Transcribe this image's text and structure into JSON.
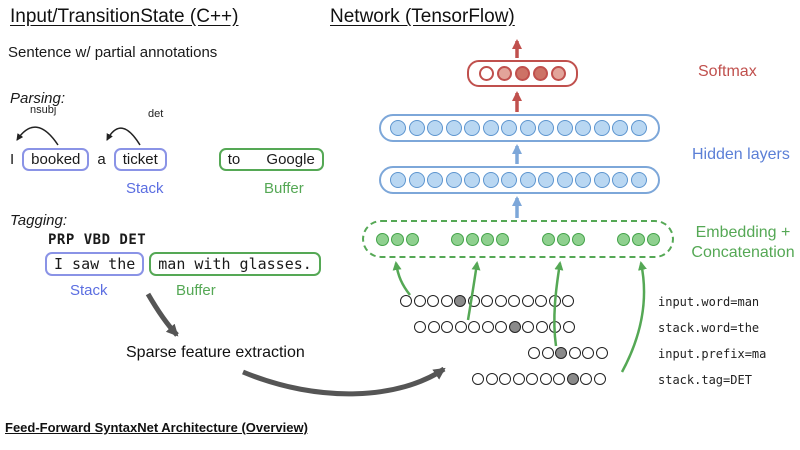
{
  "colors": {
    "stack_blue": "#5b6ee1",
    "box_blue": "#8a93e6",
    "green": "#55a855",
    "red": "#c0504d",
    "hidden_blue": "#7da7d9",
    "arrow_gray": "#555555"
  },
  "titles": {
    "left": "Input/TransitionState (C++)",
    "right": "Network (TensorFlow)",
    "footer": "Feed-Forward SyntaxNet Architecture (Overview)"
  },
  "left_panel": {
    "subtitle": "Sentence w/ partial annotations",
    "parsing": {
      "heading": "Parsing:",
      "arc_nsubj": "nsubj",
      "arc_det": "det",
      "tok_i": "I",
      "tok_booked": "booked",
      "tok_a": "a",
      "tok_ticket": "ticket",
      "tok_buffer": "to Google",
      "stack_label": "Stack",
      "buffer_label": "Buffer"
    },
    "tagging": {
      "heading": "Tagging:",
      "pos_tags": "PRP VBD DET",
      "stack_words": "I saw the",
      "buffer_words": "man with glasses.",
      "stack_label": "Stack",
      "buffer_label": "Buffer"
    },
    "sparse_caption": "Sparse feature extraction"
  },
  "network": {
    "softmax_label": "Softmax",
    "hidden_label": "Hidden layers",
    "embedding_label_line1": "Embedding +",
    "embedding_label_line2": "Concatenation",
    "softmax_cells": [
      "empty",
      "light",
      "dark",
      "dark",
      "light"
    ],
    "hidden1_count": 14,
    "hidden2_count": 14,
    "embedding_groups": [
      3,
      4,
      3,
      3
    ],
    "features": [
      {
        "label": "input.word=man",
        "count": 13,
        "dark": 4
      },
      {
        "label": "stack.word=the",
        "count": 12,
        "dark": 7
      },
      {
        "label": "input.prefix=ma",
        "count": 6,
        "dark": 2
      },
      {
        "label": "stack.tag=DET",
        "count": 10,
        "dark": 7
      }
    ]
  }
}
